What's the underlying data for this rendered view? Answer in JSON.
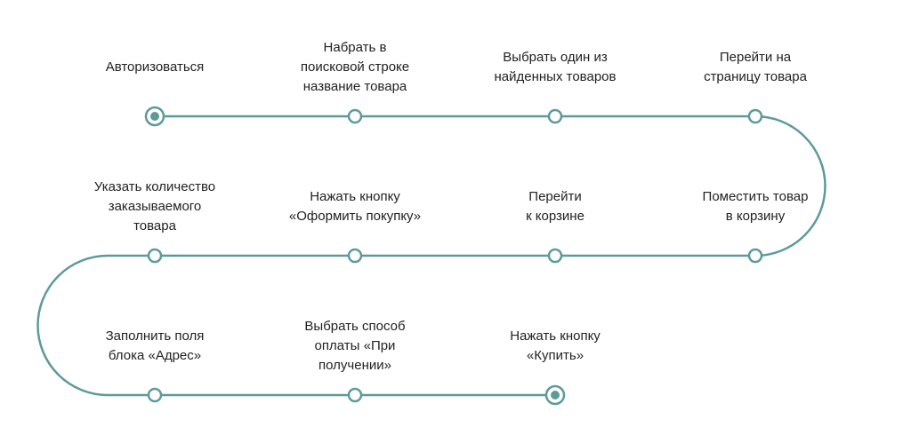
{
  "colors": {
    "line": "#5e9a9a",
    "node_fill": "#ffffff",
    "node_filled": "#5e9a9a",
    "text": "#222222"
  },
  "steps": [
    {
      "label": "Авторизоваться",
      "kind": "start"
    },
    {
      "label": "Набрать в\nпоисковой строке\nназвание товара",
      "kind": "step"
    },
    {
      "label": "Выбрать один из\nнайденных товаров",
      "kind": "step"
    },
    {
      "label": "Перейти на\nстраницу товара",
      "kind": "step"
    },
    {
      "label": "Поместить товар\nв корзину",
      "kind": "step"
    },
    {
      "label": "Перейти\nк корзине",
      "kind": "step"
    },
    {
      "label": "Нажать кнопку\n«Оформить покупку»",
      "kind": "step"
    },
    {
      "label": "Указать количество\nзаказываемого\nтовара",
      "kind": "step"
    },
    {
      "label": "Заполнить поля\nблока «Адрес»",
      "kind": "step"
    },
    {
      "label": "Выбрать способ\nоплаты «При\nполучении»",
      "kind": "step"
    },
    {
      "label": "Нажать кнопку\n«Купить»",
      "kind": "end"
    }
  ]
}
